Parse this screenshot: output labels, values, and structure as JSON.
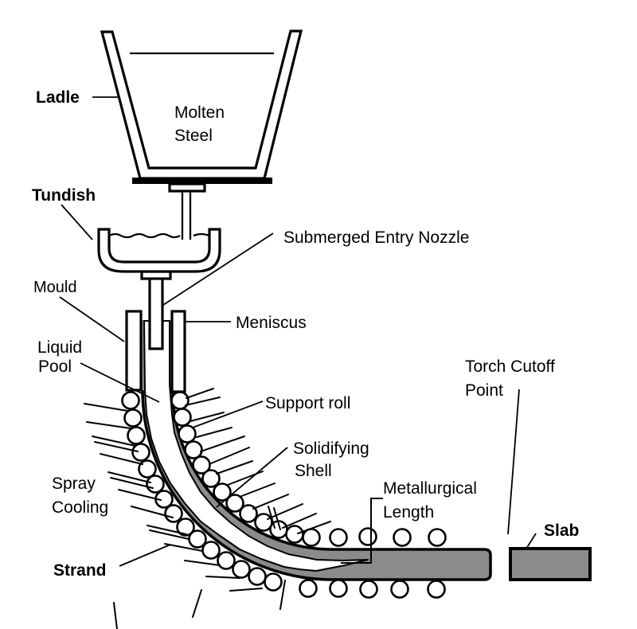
{
  "diagram": {
    "type": "process-schematic",
    "subject": "continuous-casting-of-steel",
    "colors": {
      "background": "#ffffff",
      "line": "#000000",
      "steel_fill": "#8b8b8b"
    },
    "labels": {
      "ladle": "Ladle",
      "molten_steel_1": "Molten",
      "molten_steel_2": "Steel",
      "tundish": "Tundish",
      "submerged_entry_nozzle": "Submerged Entry Nozzle",
      "mould": "Mould",
      "meniscus": "Meniscus",
      "liquid_pool_1": "Liquid",
      "liquid_pool_2": "Pool",
      "support_roll": "Support roll",
      "solidifying_shell_1": "Solidifying",
      "solidifying_shell_2": "Shell",
      "spray_cooling_1": "Spray",
      "spray_cooling_2": "Cooling",
      "strand": "Strand",
      "metallurgical_length_1": "Metallurgical",
      "metallurgical_length_2": "Length",
      "torch_cutoff_1": "Torch Cutoff",
      "torch_cutoff_2": "Point",
      "slab": "Slab"
    }
  }
}
